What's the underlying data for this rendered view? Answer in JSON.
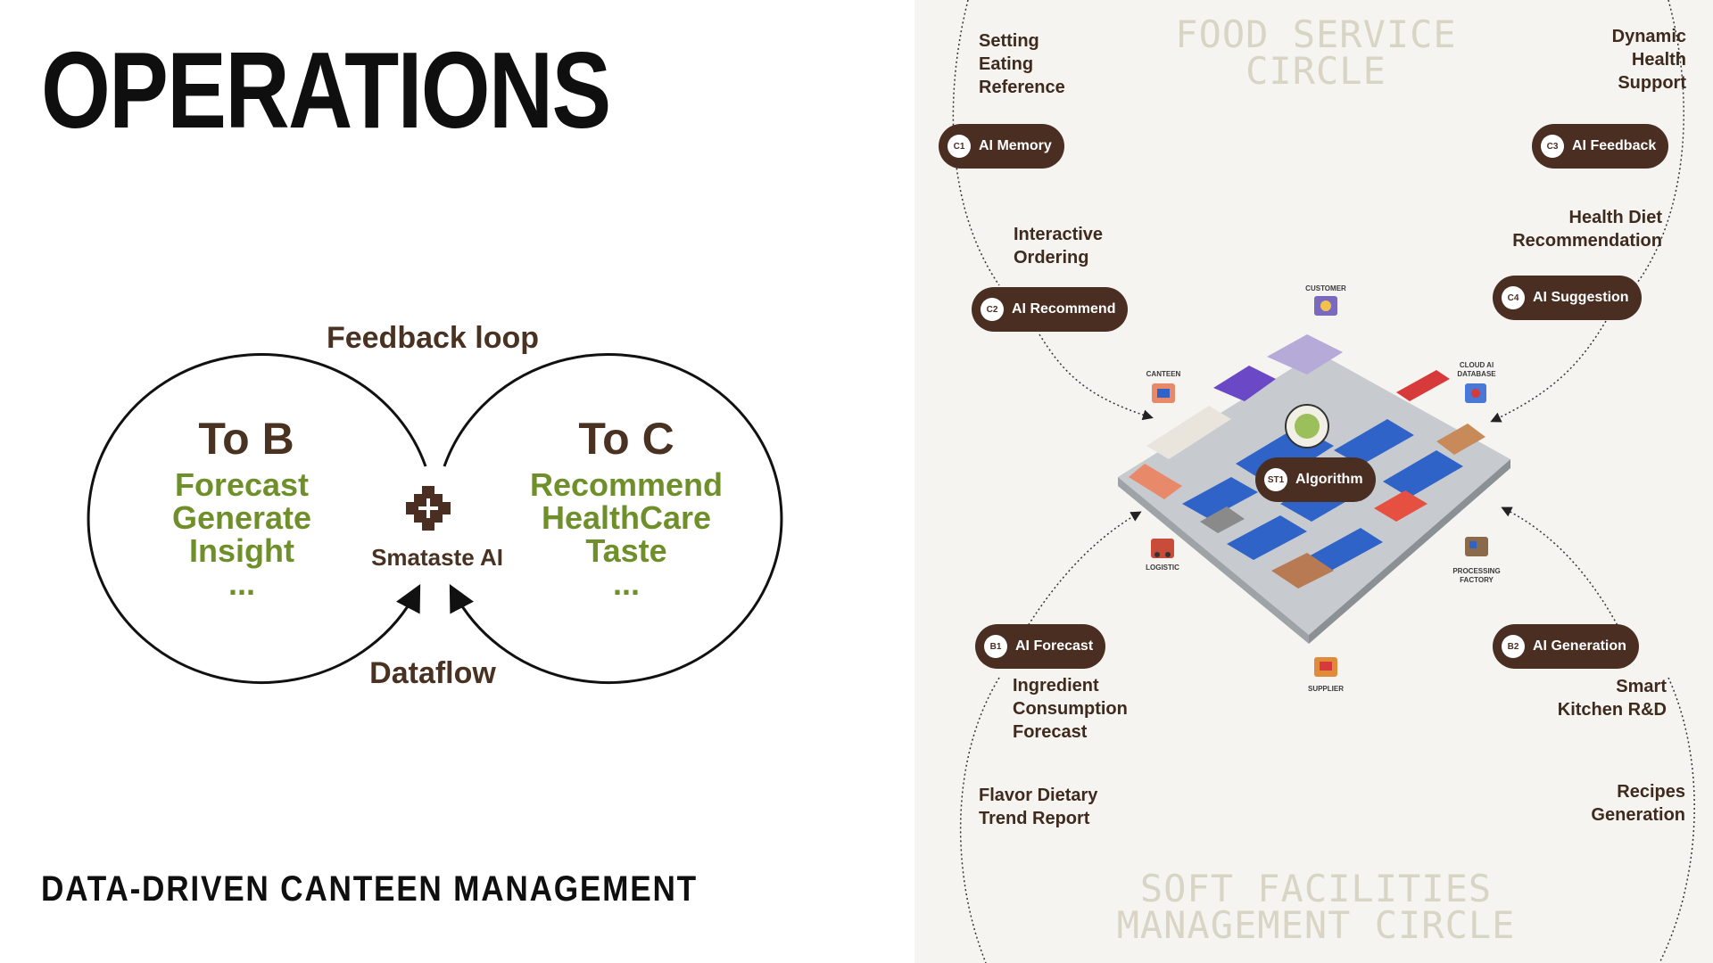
{
  "title": "OPERATIONS",
  "subtitle": "DATA-DRIVEN CANTEEN MANAGEMENT",
  "loop_diagram": {
    "top_label": "Feedback loop",
    "bottom_label": "Dataflow",
    "center_label": "Smataste AI",
    "left": {
      "title": "To B",
      "items": [
        "Forecast",
        "Generate",
        "Insight",
        "..."
      ]
    },
    "right": {
      "title": "To C",
      "items": [
        "Recommend",
        "HealthCare",
        "Taste",
        "..."
      ]
    }
  },
  "right_panel": {
    "top_circle_title": [
      "FOOD SERVICE",
      "CIRCLE"
    ],
    "bottom_circle_title": [
      "SOFT FACILITIES",
      "MANAGEMENT CIRCLE"
    ],
    "pills": {
      "c1": {
        "badge": "C1",
        "label": "AI Memory"
      },
      "c2": {
        "badge": "C2",
        "label": "AI Recommend"
      },
      "c3": {
        "badge": "C3",
        "label": "AI Feedback"
      },
      "c4": {
        "badge": "C4",
        "label": "AI Suggestion"
      },
      "b1": {
        "badge": "B1",
        "label": "AI Forecast"
      },
      "b2": {
        "badge": "B2",
        "label": "AI Generation"
      },
      "st1": {
        "badge": "ST1",
        "label": "Algorithm"
      }
    },
    "descriptions": {
      "setting": "Setting\nEating\nReference",
      "dynamic": "Dynamic\nHealth\nSupport",
      "interactive": "Interactive\nOrdering",
      "health_diet": "Health Diet\nRecommendation",
      "ingredient": "Ingredient\nConsumption\nForecast",
      "smart_kitchen": "Smart\nKitchen R&D",
      "flavor": "Flavor Dietary\nTrend Report",
      "recipes": "Recipes\nGeneration"
    },
    "nodes": {
      "customer": "CUSTOMER",
      "canteen": "CANTEEN",
      "cloud": "CLOUD AI\nDATABASE",
      "logistic": "LOGISTIC",
      "processing": "PROCESSING\nFACTORY",
      "supplier": "SUPPLIER"
    }
  }
}
